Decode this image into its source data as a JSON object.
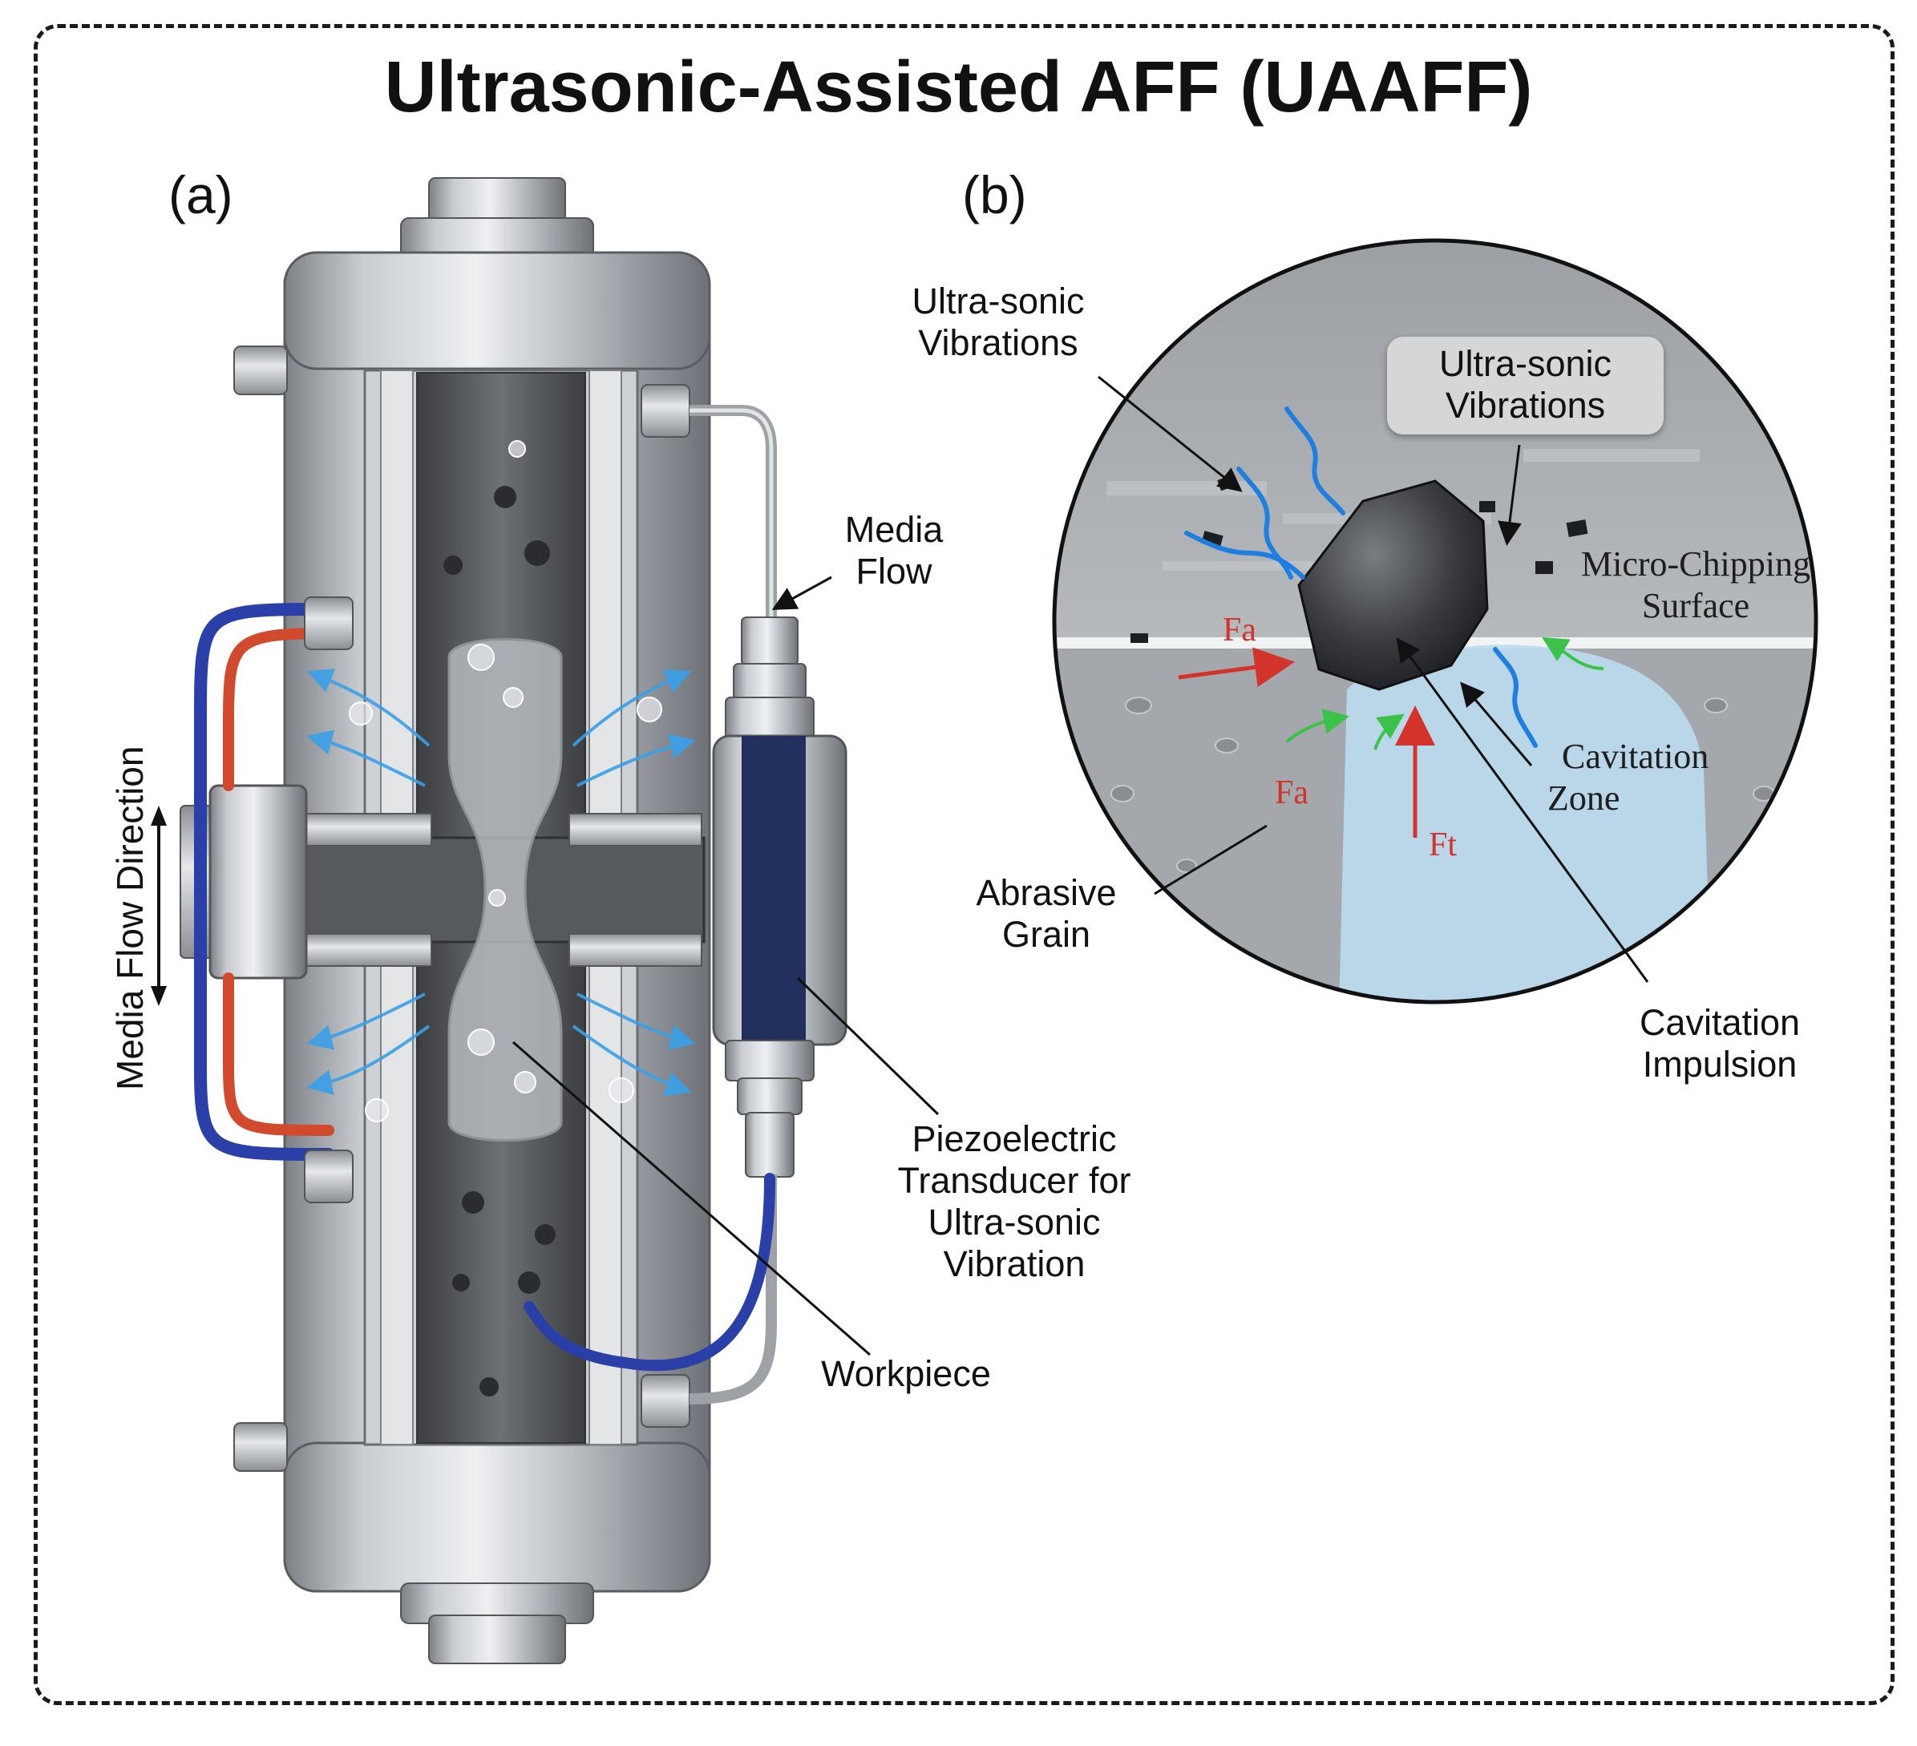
{
  "title": "Ultrasonic-Assisted AFF (UAAFF)",
  "panels": {
    "a": "(a)",
    "b": "(b)"
  },
  "panel_a": {
    "axis_label": "Media Flow Direction",
    "media_flow": [
      "Media",
      "Flow"
    ],
    "transducer": [
      "Piezoelectric",
      "Transducer for",
      "Ultra-sonic",
      "Vibration"
    ],
    "workpiece": "Workpiece"
  },
  "panel_b": {
    "vibrations_left": [
      "Ultra-sonic",
      "Vibrations"
    ],
    "vibrations_box": [
      "Ultra-sonic",
      "Vibrations"
    ],
    "micro_chipping": [
      "Micro-Chipping",
      "Surface"
    ],
    "cavitation_zone": [
      "Cavitation",
      "Zone"
    ],
    "abrasive_grain": [
      "Abrasive",
      "Grain"
    ],
    "cavitation_impulsion": [
      "Cavitation",
      "Impulsion"
    ],
    "force_axial_top": "Fa",
    "force_axial_bottom": "Fa",
    "force_tangential": "Ft"
  },
  "colors": {
    "frame": "#1b1b1b",
    "steel": "#b9bcc0",
    "media": "#5e6063",
    "force_arrow": "#d2332a",
    "vibration_wave": "#1f7fe0",
    "cavitation_zone": "#bcdcf0",
    "pipe_hot": "#d24a2e",
    "pipe_cold": "#2a3fa8",
    "transducer_band": "#22305e"
  }
}
